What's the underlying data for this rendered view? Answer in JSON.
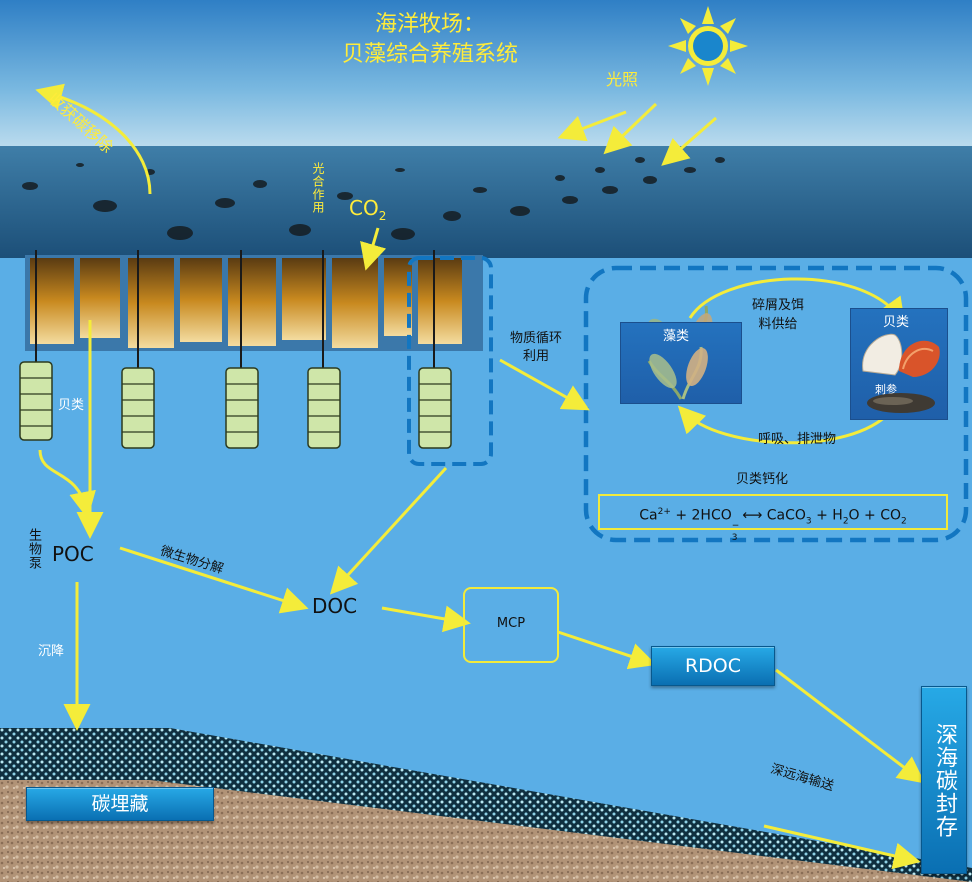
{
  "title": {
    "line1": "海洋牧场：",
    "line2": "贝藻综合养殖系统"
  },
  "labels": {
    "harvest": "收获碳移除",
    "light": "光照",
    "photosynthesis": "光合作用",
    "co2": "CO",
    "co2_sub": "2",
    "shellfish": "贝类",
    "biopump": "生物泵",
    "poc": "POC",
    "microbial": "微生物分解",
    "doc": "DOC",
    "mcp": "MCP",
    "rdoc": "RDOC",
    "sedimentation": "沉降",
    "burial": "碳埋藏",
    "deep_transport": "深远海输送",
    "deep_storage": "深海碳封存",
    "cycle": "物质循环利用",
    "detritus": "碎屑及饵料供给",
    "respiration": "呼吸、排泄物",
    "calcification": "贝类钙化",
    "algae": "藻类",
    "shell_label": "贝类",
    "sea_cucumber": "刺参"
  },
  "equation": {
    "ca": "Ca",
    "ca_sup": "2+",
    "plus1": " + 2HCO",
    "hco3_sub": "3",
    "hco3_sup": "−",
    "arrow": " ⟷ ",
    "caco3": "CaCO",
    "caco3_sub": "3",
    "plus2": " + H",
    "h2o_sub": "2",
    "h2o": "O + CO",
    "co2_sub": "2"
  },
  "colors": {
    "ocean": "#5aaee6",
    "arrow": "#f4ec3a",
    "box": "#1276c1",
    "sun": "#1a86cc"
  }
}
